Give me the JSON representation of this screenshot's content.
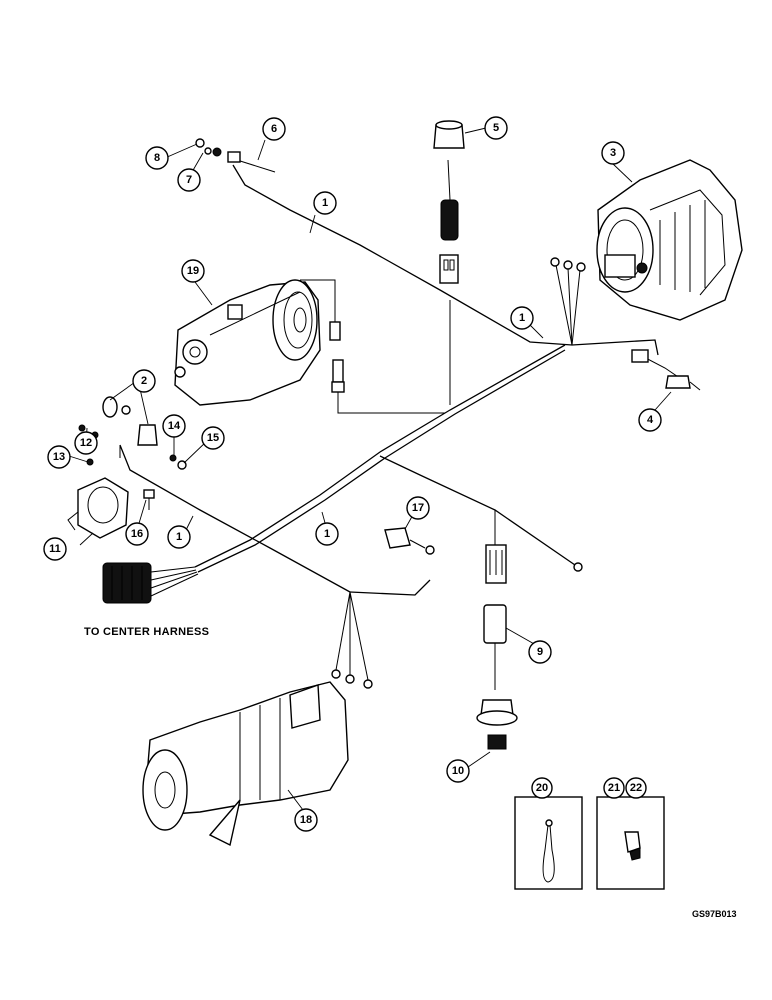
{
  "caption_text": "TO CENTER HARNESS",
  "figure_id": "GS97B013",
  "callouts": {
    "c1a": "1",
    "c1b": "1",
    "c1c": "1",
    "c1d": "1",
    "c2": "2",
    "c3": "3",
    "c4": "4",
    "c5": "5",
    "c6": "6",
    "c7": "7",
    "c8": "8",
    "c9": "9",
    "c10": "10",
    "c11": "11",
    "c12": "12",
    "c13": "13",
    "c14": "14",
    "c15": "15",
    "c16": "16",
    "c17": "17",
    "c18": "18",
    "c19": "19",
    "c20": "20",
    "c21": "21",
    "c22": "22"
  }
}
